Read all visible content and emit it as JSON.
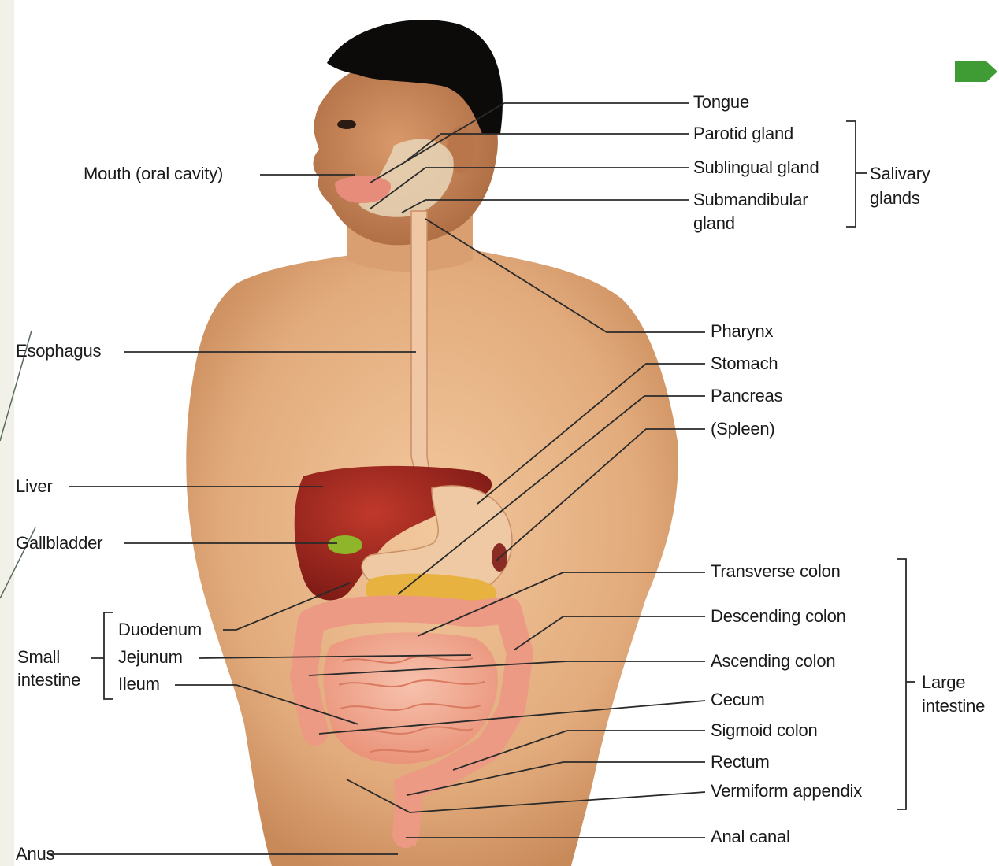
{
  "colors": {
    "skin": "#e9b789",
    "skin_shadow": "#c98a5a",
    "hair": "#0d0b0a",
    "liver": "#9b2620",
    "gallbladder": "#8fb52a",
    "stomach": "#efc9a3",
    "pancreas": "#e8b241",
    "intestine": "#f1a58e",
    "esophagus": "#efc7a4",
    "leader_line": "#2a2a2a",
    "arrow": "#3f9c35",
    "side_strip": "#f1f1ea"
  },
  "icons": {
    "next_arrow": "arrow-right-icon"
  },
  "labels": {
    "tongue": "Tongue",
    "parotid_gland": "Parotid gland",
    "sublingual_gland": "Sublingual gland",
    "submandibular_gland_1": "Submandibular",
    "submandibular_gland_2": "gland",
    "salivary_glands_1": "Salivary",
    "salivary_glands_2": "glands",
    "mouth": "Mouth (oral cavity)",
    "pharynx": "Pharynx",
    "esophagus": "Esophagus",
    "stomach": "Stomach",
    "pancreas": "Pancreas",
    "spleen": "(Spleen)",
    "liver": "Liver",
    "gallbladder": "Gallbladder",
    "transverse_colon": "Transverse colon",
    "descending_colon": "Descending colon",
    "ascending_colon": "Ascending colon",
    "cecum": "Cecum",
    "sigmoid_colon": "Sigmoid colon",
    "rectum": "Rectum",
    "vermiform_appendix": "Vermiform appendix",
    "anal_canal": "Anal canal",
    "large_intestine_1": "Large",
    "large_intestine_2": "intestine",
    "duodenum": "Duodenum",
    "jejunum": "Jejunum",
    "ileum": "Ileum",
    "small_intestine_1": "Small",
    "small_intestine_2": "intestine",
    "anus": "Anus"
  }
}
